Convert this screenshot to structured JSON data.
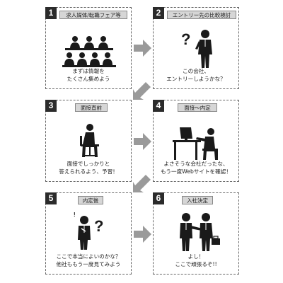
{
  "steps": [
    {
      "number": "1",
      "title": "求人媒体/転職フェア等",
      "caption": [
        "まずは情報を",
        "たくさん集めよう"
      ],
      "icon": "audience-icon"
    },
    {
      "number": "2",
      "title": "エントリー先の比較検討",
      "caption": [
        "この会社、",
        "エントリーしようかな？"
      ],
      "icon": "thinking-person-icon"
    },
    {
      "number": "3",
      "title": "面接直前",
      "caption": [
        "面接でしっかりと",
        "答えられるよう、予習！"
      ],
      "icon": "seated-person-icon"
    },
    {
      "number": "4",
      "title": "面接～内定",
      "caption": [
        "よさそうな会社だったな、",
        "もう一度Webサイトを確認！"
      ],
      "icon": "person-at-computer-icon"
    },
    {
      "number": "5",
      "title": "内定後",
      "caption": [
        "ここで本当によいのかな？",
        "他社ももう一度見てみよう"
      ],
      "icon": "worried-person-icon"
    },
    {
      "number": "6",
      "title": "入社決定",
      "caption": [
        "よし！",
        "ここで頑張るぞ!!"
      ],
      "icon": "handshake-icon"
    }
  ]
}
